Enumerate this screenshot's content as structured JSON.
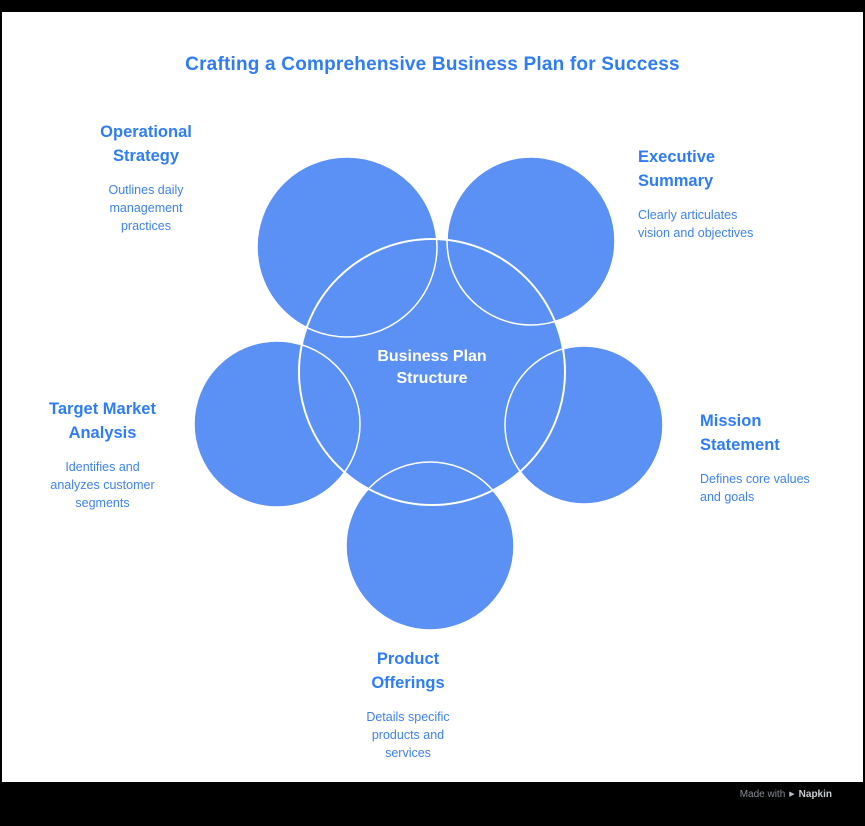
{
  "title": "Crafting a Comprehensive Business Plan for Success",
  "center": {
    "label": "Business Plan Structure"
  },
  "nodes": [
    {
      "id": "operational-strategy",
      "heading": "Operational Strategy",
      "desc": "Outlines daily management practices"
    },
    {
      "id": "executive-summary",
      "heading": "Executive Summary",
      "desc": "Clearly articulates vision and objectives"
    },
    {
      "id": "mission-statement",
      "heading": "Mission Statement",
      "desc": "Defines core values and goals"
    },
    {
      "id": "product-offerings",
      "heading": "Product Offerings",
      "desc": "Details specific products and services"
    },
    {
      "id": "target-market-analysis",
      "heading": "Target Market Analysis",
      "desc": "Identifies and analyzes customer segments"
    }
  ],
  "footer": {
    "made_with": "Made with",
    "brand": "Napkin"
  },
  "colors": {
    "circle_fill": "#5B90F4",
    "circle_outline": "#FFFFFF",
    "heading_text": "#2E7CF6",
    "body_text": "#3E82F0",
    "center_text": "#FFFFFF",
    "page_background": "#000000",
    "canvas_background": "#FFFFFF"
  }
}
